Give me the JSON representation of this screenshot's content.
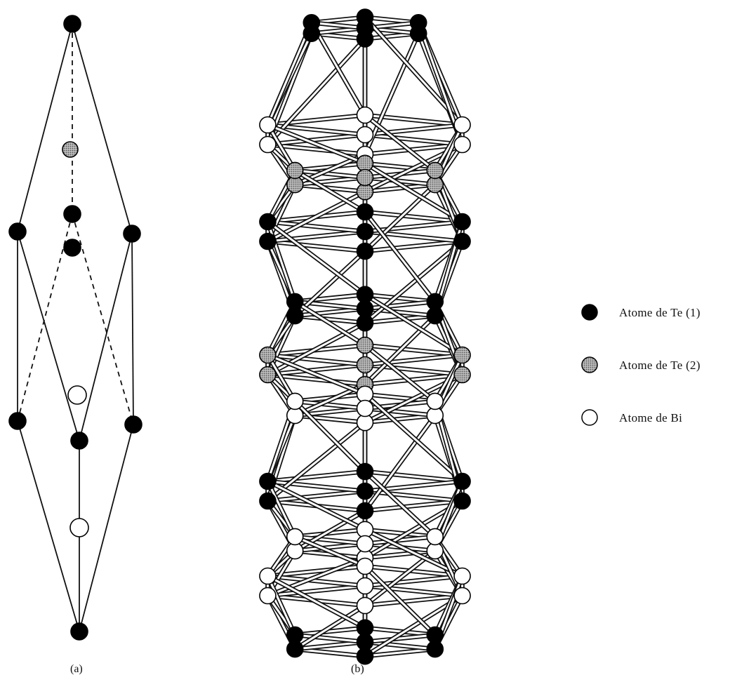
{
  "figure": {
    "panel_a": {
      "caption": "(a)"
    },
    "panel_b": {
      "caption": "(b)"
    }
  },
  "legend": {
    "items": [
      {
        "atom": "te1",
        "label": "Atome de Te (1)",
        "color": "#000000"
      },
      {
        "atom": "te2",
        "label": "Atome de Te (2)",
        "color": "#9a9a9a"
      },
      {
        "atom": "bi",
        "label": "Atome de Bi",
        "color": "#ffffff"
      }
    ]
  },
  "colors": {
    "te1": "#000000",
    "te2": "#9a9a9a",
    "bi": "#ffffff",
    "line": "#111111"
  }
}
